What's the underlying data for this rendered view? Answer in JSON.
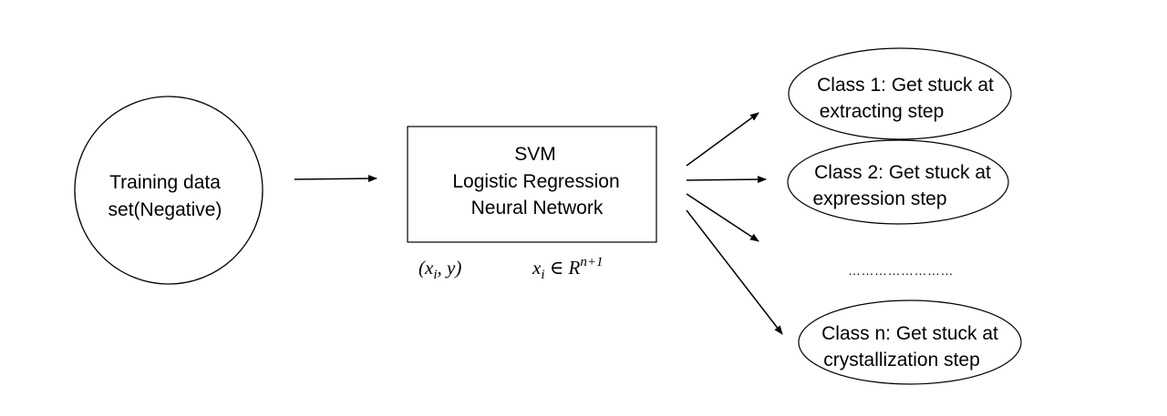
{
  "input_node": {
    "line1": "Training data",
    "line2": "set(Negative)"
  },
  "model_box": {
    "line1": "SVM",
    "line2": "Logistic Regression",
    "line3": "Neural Network"
  },
  "annotations": {
    "pair": "(x",
    "pair_sub": "i",
    "pair_end": ", y)",
    "membership": "x",
    "membership_sub": "i",
    "membership_mid": " ∈ R",
    "membership_sup": "n+1"
  },
  "classes": [
    {
      "line1": "Class 1: Get stuck at",
      "line2": "extracting step"
    },
    {
      "line1": "Class 2: Get stuck at",
      "line2": "expression step"
    },
    {
      "line1": "Class n: Get stuck at",
      "line2": "crystallization step"
    }
  ],
  "ellipsis": "……………………"
}
